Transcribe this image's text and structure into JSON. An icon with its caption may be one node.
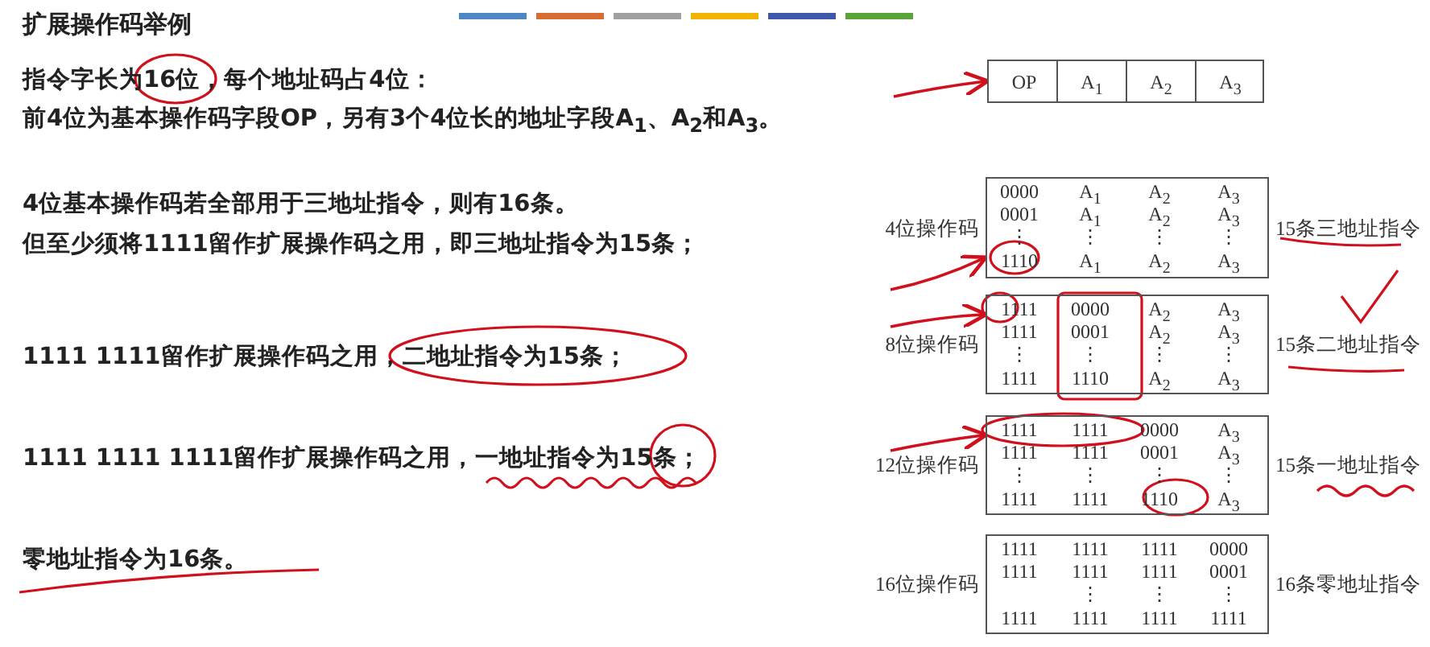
{
  "diagram": {
    "title": "扩展操作码举例",
    "nodes": [
      {
        "text": [
          "OP",
          "A$_{1}$",
          "A$_{2}$",
          "A$_{3}$"
        ]
      },
      {
        "text": [
          "0000",
          "A$_{1}$",
          "A$_{2}$",
          "A$_{3}$",
          "0001",
          "A$_{1}$",
          "A$_{2}$",
          "A$_{3}$",
          "⋮",
          "⋮",
          "⋮",
          "⋮",
          "1110",
          "A$_{1}$",
          "A$_{2}$",
          "A$_{3}$"
        ],
        "beside": [
          "4位操作码",
          "15条三地址指令"
        ]
      },
      {
        "text": [
          "1111",
          "0000",
          "A$_{2}$",
          "A$_{3}$",
          "1111",
          "0001",
          "A$_{2}$",
          "A$_{3}$",
          "⋮",
          "⋮",
          "⋮",
          "⋮",
          "1111",
          "1110",
          "A$_{2}$",
          "A$_{3}$"
        ],
        "beside": [
          "8位操作码",
          "15条二地址指令"
        ]
      },
      {
        "text": [
          "1111",
          "1111",
          "0000",
          "A$_{3}$",
          "1111",
          "1111",
          "0001",
          "A$_{3}$",
          "⋮",
          "⋮",
          "⋮",
          "⋮",
          "1111",
          "1111",
          "1110",
          "A$_{3}$"
        ],
        "beside": [
          "12位操作码",
          "15条一地址指令"
        ]
      },
      {
        "text": [
          "1111",
          "1111",
          "1111",
          "0000",
          "1111",
          "1111",
          "1111",
          "0001",
          "⋮",
          "⋮",
          "⋮",
          "1111",
          "1111",
          "1111",
          "1111"
        ],
        "beside": [
          "16位操作码",
          "16条零地址指令"
        ]
      }
    ],
    "edges": [
      {
        "from": null,
        "to": 0,
        "arrow": "to",
        "color": "#d0101c"
      },
      {
        "from": null,
        "to": 1,
        "arrow": "to",
        "color": "#d0101c"
      },
      {
        "from": null,
        "to": 2,
        "arrow": "to",
        "color": "#d0101c"
      },
      {
        "from": null,
        "to": 3,
        "arrow": "to",
        "color": "#d0101c"
      }
    ],
    "labels": [
      "指令字长为16位，每个地址码占4位：",
      "前4位为基本操作码字段OP，另有3个4位长的地址字段A$_{1}$、A$_{2}$和A$_{3}$。",
      "4位基本操作码若全部用于三地址指令，则有16条。",
      "但至少须将1111留作扩展操作码之用，即三地址指令为15条；",
      "1111 1111留作扩展操作码之用，二地址指令为15条；",
      "1111 1111 1111留作扩展操作码之用，一地址指令为15条；",
      "零地址指令为16条。"
    ]
  }
}
